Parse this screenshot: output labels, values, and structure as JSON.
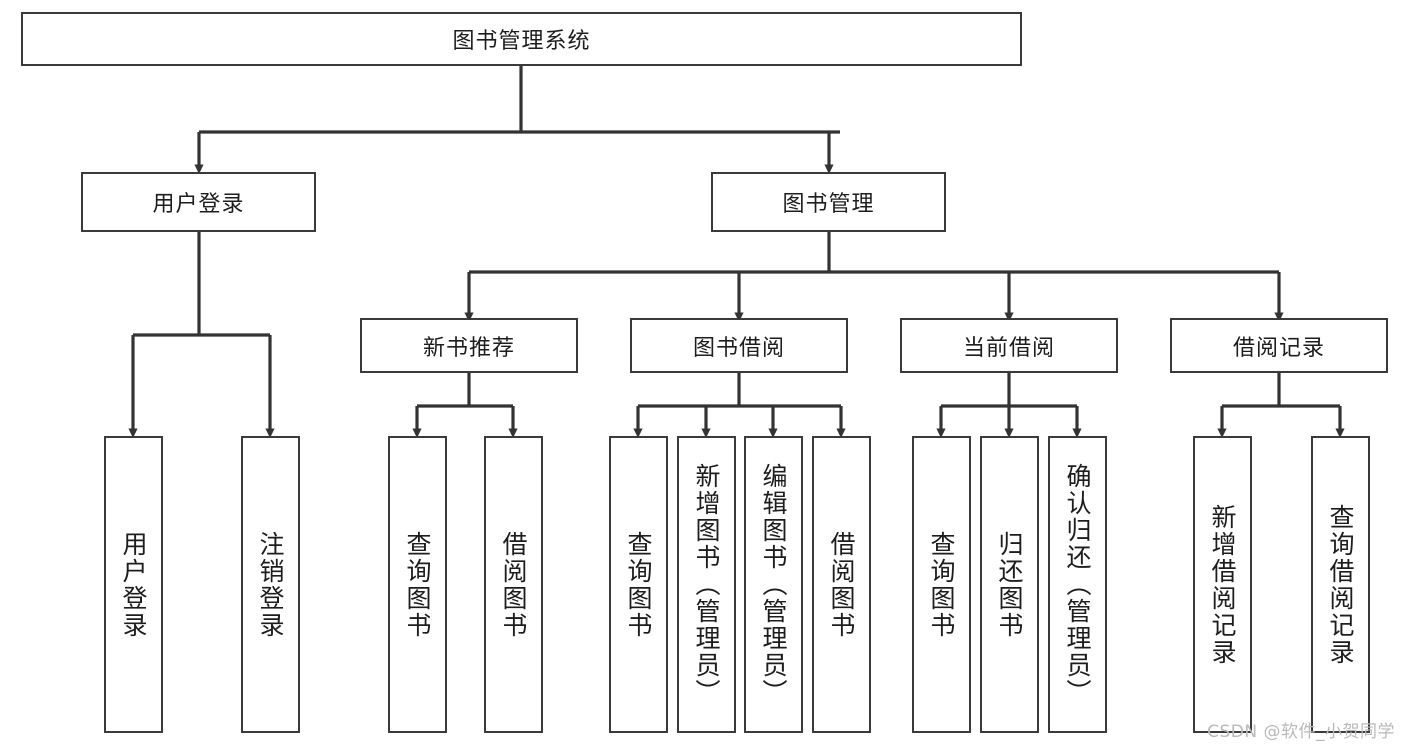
{
  "diagram": {
    "type": "tree-hierarchy-chart",
    "title": "图书管理系统",
    "watermark": "CSDN @软件_小贺同学",
    "colors": {
      "box_border": "#3a3a3a",
      "box_fill": "#ffffff",
      "connector": "#333333",
      "text": "#1d1d1d",
      "watermark": "#b9b9b9"
    },
    "nodes": {
      "root": {
        "label": "图书管理系统",
        "level": 0,
        "orientation": "horizontal"
      },
      "user_login": {
        "label": "用户登录",
        "level": 1,
        "orientation": "horizontal"
      },
      "book_manage": {
        "label": "图书管理",
        "level": 1,
        "orientation": "horizontal"
      },
      "new_book_rec": {
        "label": "新书推荐",
        "level": 2,
        "orientation": "horizontal"
      },
      "book_borrow": {
        "label": "图书借阅",
        "level": 2,
        "orientation": "horizontal"
      },
      "current_borrow": {
        "label": "当前借阅",
        "level": 2,
        "orientation": "horizontal"
      },
      "borrow_record": {
        "label": "借阅记录",
        "level": 2,
        "orientation": "horizontal"
      },
      "leaf_user_login": {
        "label": "用户登录",
        "level": 3,
        "orientation": "vertical"
      },
      "leaf_logout": {
        "label": "注销登录",
        "level": 3,
        "orientation": "vertical"
      },
      "leaf_query_book_1": {
        "label": "查询图书",
        "level": 3,
        "orientation": "vertical"
      },
      "leaf_borrow_book_1": {
        "label": "借阅图书",
        "level": 3,
        "orientation": "vertical"
      },
      "leaf_query_book_2": {
        "label": "查询图书",
        "level": 3,
        "orientation": "vertical"
      },
      "leaf_add_book": {
        "label": "新增图书（管理员）",
        "level": 3,
        "orientation": "vertical"
      },
      "leaf_edit_book": {
        "label": "编辑图书（管理员）",
        "level": 3,
        "orientation": "vertical"
      },
      "leaf_borrow_book_2": {
        "label": "借阅图书",
        "level": 3,
        "orientation": "vertical"
      },
      "leaf_query_book_3": {
        "label": "查询图书",
        "level": 3,
        "orientation": "vertical"
      },
      "leaf_return_book": {
        "label": "归还图书",
        "level": 3,
        "orientation": "vertical"
      },
      "leaf_confirm_return": {
        "label": "确认归还（管理员）",
        "level": 3,
        "orientation": "vertical"
      },
      "leaf_add_record": {
        "label": "新增借阅记录",
        "level": 3,
        "orientation": "vertical"
      },
      "leaf_query_record": {
        "label": "查询借阅记录",
        "level": 3,
        "orientation": "vertical"
      }
    },
    "edges": [
      {
        "from": "root",
        "to": "user_login"
      },
      {
        "from": "root",
        "to": "book_manage"
      },
      {
        "from": "user_login",
        "to": "leaf_user_login"
      },
      {
        "from": "user_login",
        "to": "leaf_logout"
      },
      {
        "from": "book_manage",
        "to": "new_book_rec"
      },
      {
        "from": "book_manage",
        "to": "book_borrow"
      },
      {
        "from": "book_manage",
        "to": "current_borrow"
      },
      {
        "from": "book_manage",
        "to": "borrow_record"
      },
      {
        "from": "new_book_rec",
        "to": "leaf_query_book_1"
      },
      {
        "from": "new_book_rec",
        "to": "leaf_borrow_book_1"
      },
      {
        "from": "book_borrow",
        "to": "leaf_query_book_2"
      },
      {
        "from": "book_borrow",
        "to": "leaf_add_book"
      },
      {
        "from": "book_borrow",
        "to": "leaf_edit_book"
      },
      {
        "from": "book_borrow",
        "to": "leaf_borrow_book_2"
      },
      {
        "from": "current_borrow",
        "to": "leaf_query_book_3"
      },
      {
        "from": "current_borrow",
        "to": "leaf_return_book"
      },
      {
        "from": "current_borrow",
        "to": "leaf_confirm_return"
      },
      {
        "from": "borrow_record",
        "to": "leaf_add_record"
      },
      {
        "from": "borrow_record",
        "to": "leaf_query_record"
      }
    ]
  }
}
